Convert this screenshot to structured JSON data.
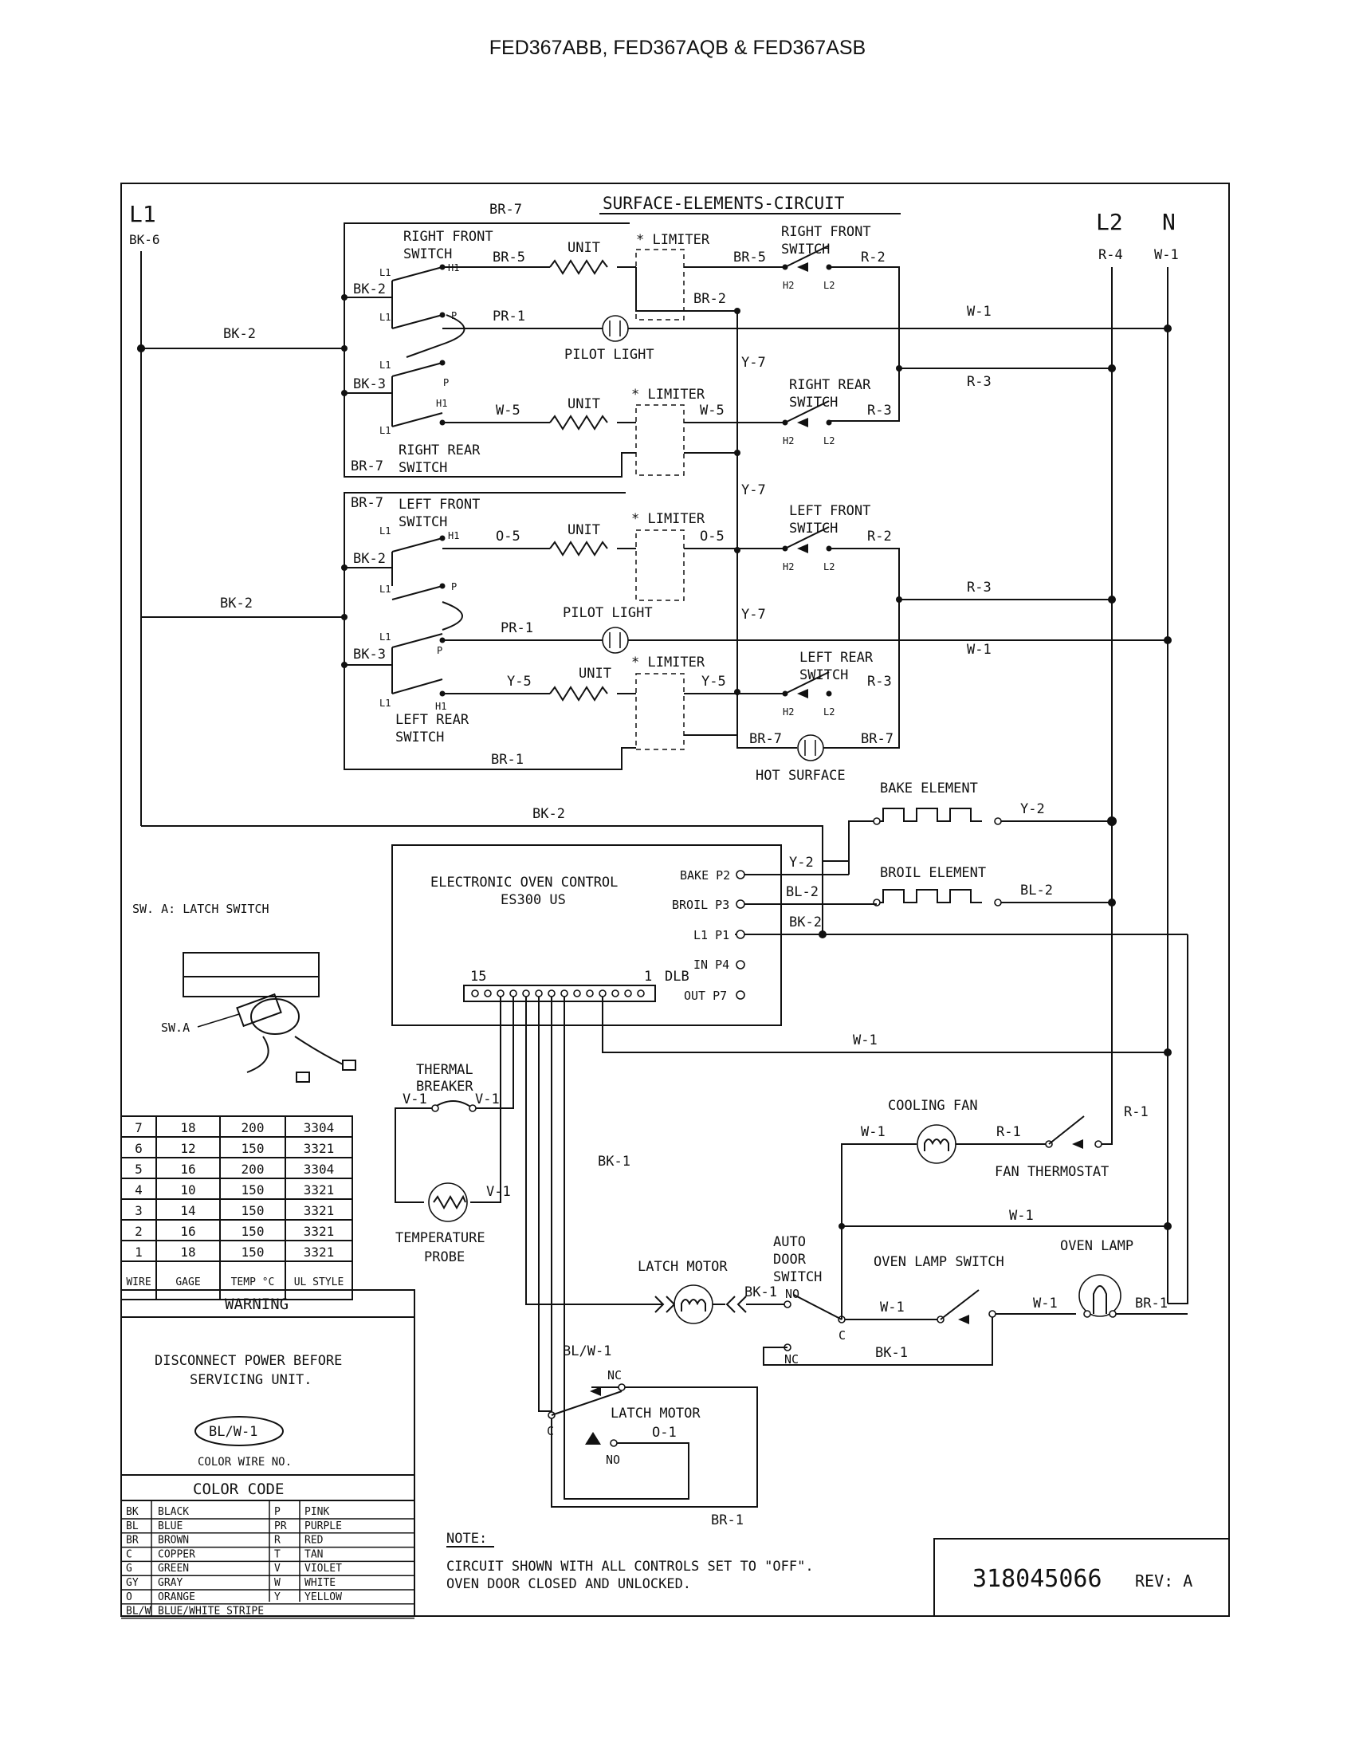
{
  "header": {
    "title": "FED367ABB, FED367AQB & FED367ASB"
  },
  "labels": {
    "circuit_title": "SURFACE-ELEMENTS-CIRCUIT",
    "l1": "L1",
    "l2": "L2",
    "n": "N",
    "bk6": "BK-6",
    "r4": "R-4",
    "w1": "W-1",
    "br7": "BR-7",
    "bk2": "BK-2",
    "bk3": "BK-3",
    "br5": "BR-5",
    "br2": "BR-2",
    "pr1": "PR-1",
    "y7": "Y-7",
    "w5": "W-5",
    "o5": "O-5",
    "y5": "Y-5",
    "r2": "R-2",
    "r3": "R-3",
    "br1": "BR-1",
    "y2": "Y-2",
    "bl2": "BL-2",
    "bk1": "BK-1",
    "v1": "V-1",
    "r1": "R-1",
    "blw1": "BL/W-1",
    "o1": "O-1",
    "unit": "UNIT",
    "limiter": "* LIMITER",
    "pilot_light": "PILOT LIGHT",
    "rf_switch_a": "RIGHT FRONT",
    "rf_switch_b": "SWITCH",
    "rr_switch_a": "RIGHT REAR",
    "rr_switch_b": "SWITCH",
    "lf_switch_a": "LEFT FRONT",
    "lf_switch_b": "SWITCH",
    "lr_switch_a": "LEFT REAR",
    "lr_switch_b": "SWITCH",
    "hot_surface": "HOT SURFACE",
    "bake_element": "BAKE ELEMENT",
    "broil_element": "BROIL ELEMENT",
    "eoc_a": "ELECTRONIC OVEN CONTROL",
    "eoc_b": "ES300 US",
    "bake_p2": "BAKE P2",
    "broil_p3": "BROIL P3",
    "l1_p1": "L1 P1",
    "in_p4": "IN P4",
    "out_p7": "OUT P7",
    "dlb": "DLB",
    "n15": "15",
    "n1": "1",
    "latch_sw": "SW. A: LATCH SWITCH",
    "sw_a": "SW.A",
    "thermal_a": "THERMAL",
    "thermal_b": "BREAKER",
    "temp_probe_a": "TEMPERATURE",
    "temp_probe_b": "PROBE",
    "cooling_fan": "COOLING FAN",
    "fan_thermostat": "FAN THERMOSTAT",
    "latch_motor": "LATCH MOTOR",
    "auto_door_a": "AUTO",
    "auto_door_b": "DOOR",
    "auto_door_c": "SWITCH",
    "oven_lamp_switch": "OVEN LAMP SWITCH",
    "oven_lamp": "OVEN LAMP",
    "nc": "NC",
    "no": "NO",
    "c": "C",
    "l1s": "L1",
    "l2s": "L2",
    "h1": "H1",
    "h2": "H2",
    "p": "P",
    "note_label": "NOTE:",
    "note_line1": "CIRCUIT SHOWN WITH ALL CONTROLS SET TO \"OFF\".",
    "note_line2": "OVEN DOOR CLOSED AND UNLOCKED.",
    "part_number": "318045066",
    "rev": "REV: A"
  },
  "wire_table": {
    "headers": [
      "WIRE",
      "GAGE",
      "TEMP °C",
      "UL STYLE"
    ],
    "rows": [
      [
        "7",
        "18",
        "200",
        "3304"
      ],
      [
        "6",
        "12",
        "150",
        "3321"
      ],
      [
        "5",
        "16",
        "200",
        "3304"
      ],
      [
        "4",
        "10",
        "150",
        "3321"
      ],
      [
        "3",
        "14",
        "150",
        "3321"
      ],
      [
        "2",
        "16",
        "150",
        "3321"
      ],
      [
        "1",
        "18",
        "150",
        "3321"
      ]
    ]
  },
  "warning": {
    "title": "WARNING",
    "line1": "DISCONNECT POWER BEFORE",
    "line2": "SERVICING UNIT.",
    "sample_wire": "BL/W-1",
    "sample_caption": "COLOR WIRE NO."
  },
  "color_code": {
    "title": "COLOR CODE",
    "rows": [
      [
        "BK",
        "BLACK",
        "P",
        "PINK"
      ],
      [
        "BL",
        "BLUE",
        "PR",
        "PURPLE"
      ],
      [
        "BR",
        "BROWN",
        "R",
        "RED"
      ],
      [
        "C",
        "COPPER",
        "T",
        "TAN"
      ],
      [
        "G",
        "GREEN",
        "V",
        "VIOLET"
      ],
      [
        "GY",
        "GRAY",
        "W",
        "WHITE"
      ],
      [
        "O",
        "ORANGE",
        "Y",
        "YELLOW"
      ],
      [
        "BL/W",
        "BLUE/WHITE STRIPE",
        "",
        ""
      ]
    ]
  }
}
